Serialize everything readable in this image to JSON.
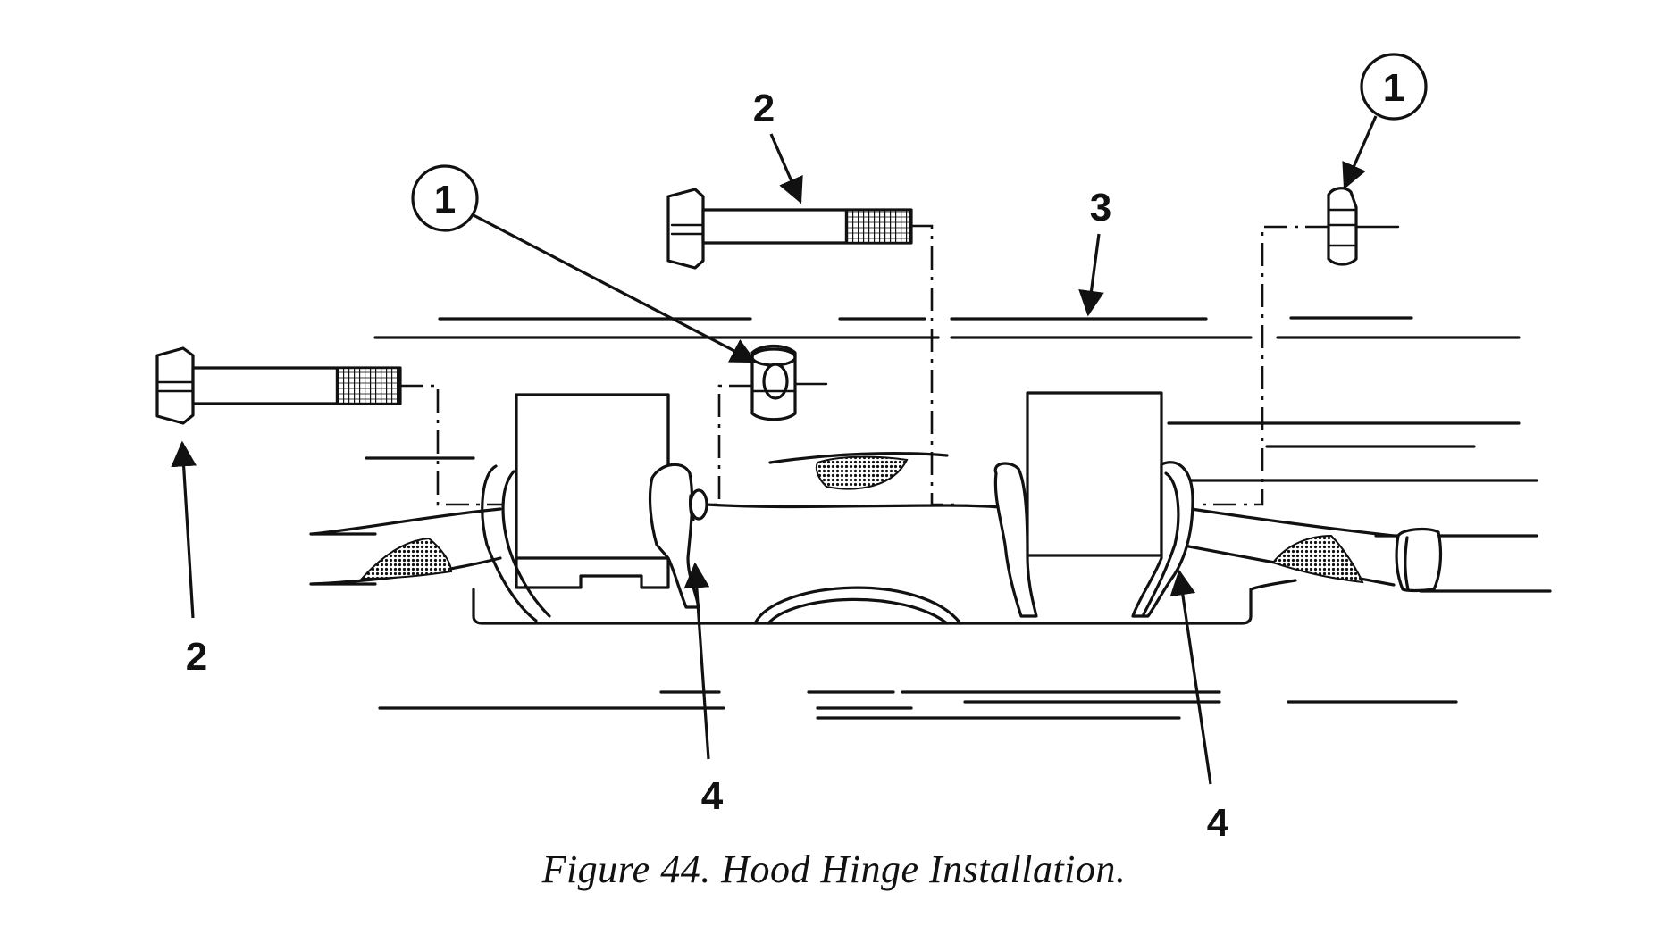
{
  "caption": "Figure 44.  Hood Hinge Installation.",
  "callouts": {
    "nut_left": "1",
    "nut_right": "1",
    "bolt_top": "2",
    "bolt_left": "2",
    "hood": "3",
    "hinge_left": "4",
    "hinge_right": "4"
  }
}
